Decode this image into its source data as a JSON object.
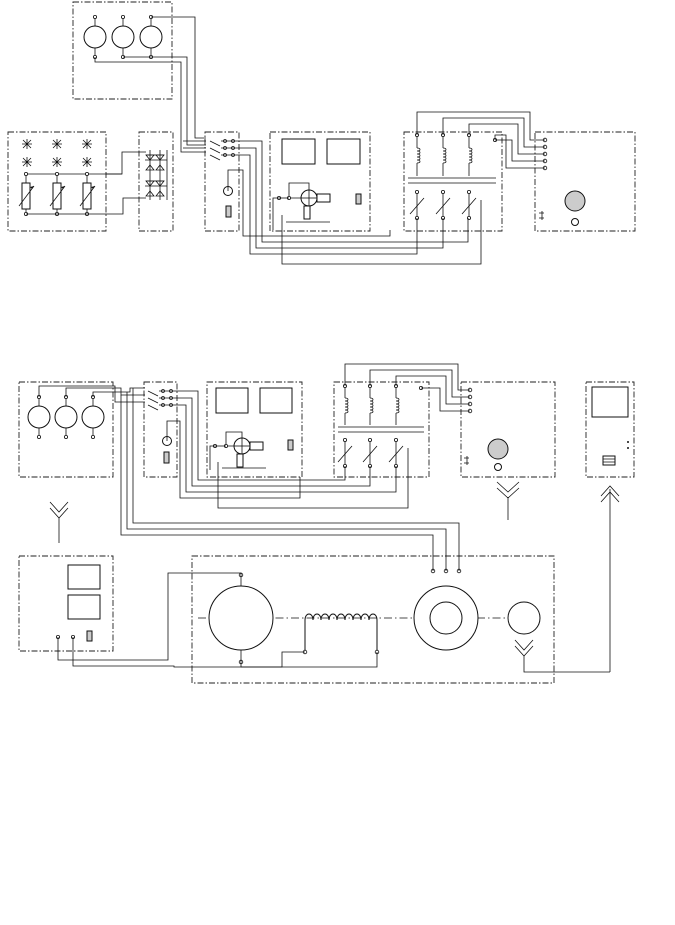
{
  "diagram": {
    "upper_wiring": {
      "modules": [
        "three-meter-panel",
        "lamp-rheostat-panel",
        "rectifier-bridge",
        "switch-panel",
        "dc-meter-panel",
        "three-phase-load-panel",
        "output-terminal-panel"
      ]
    },
    "lower_wiring": {
      "modules": [
        "three-meter-panel",
        "switch-panel",
        "dc-meter-panel",
        "three-phase-load-panel",
        "output-terminal-panel",
        "scope-panel",
        "supply-panel",
        "machine-set"
      ]
    }
  }
}
